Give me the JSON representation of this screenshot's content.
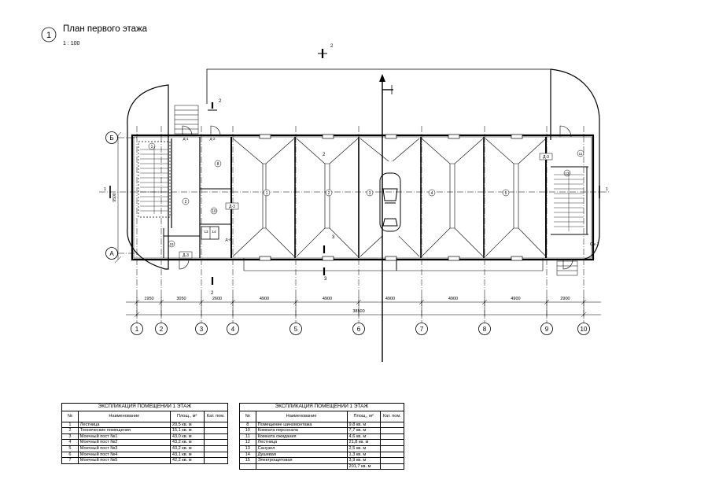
{
  "header": {
    "marker": "1",
    "title": "План первого этажа",
    "scale": "1 : 100"
  },
  "axes": {
    "columns": [
      "1",
      "2",
      "3",
      "4",
      "5",
      "6",
      "7",
      "8",
      "9",
      "10"
    ],
    "rows": [
      "Б",
      "А"
    ]
  },
  "dimensions": {
    "spans": [
      "1950",
      "3050",
      "2600",
      "4900",
      "4900",
      "4900",
      "4900",
      "4900",
      "2900"
    ],
    "total": "38500",
    "height": "9500",
    "side_mark": "1"
  },
  "sections": {
    "s2": "2",
    "s3": "3"
  },
  "rooms": {
    "r1": "1",
    "r2": "2",
    "r8": "8",
    "r10": "10",
    "r11": "11",
    "r12": "12",
    "r13": "13",
    "r14": "14",
    "r15": "15",
    "bays": [
      "1",
      "2",
      "3",
      "4",
      "5"
    ]
  },
  "doors": {
    "d3a": "Д-3",
    "d3b": "Д-3",
    "d3c": "Д-3",
    "d4": "Д-4",
    "d1": "Д-1",
    "d2": "Д-2",
    "ok1": "Ок-1"
  },
  "table1": {
    "caption": "ЭКСПЛИКАЦИЯ ПОМЕЩЕНИЙ 1 ЭТАЖ",
    "headers": {
      "num": "№",
      "name": "Наименование",
      "area": "Площ., м²",
      "cat": "Кат. пом."
    },
    "rows": [
      {
        "n": "1",
        "name": "Лестница",
        "area": "20,5 кв. м",
        "cat": ""
      },
      {
        "n": "2",
        "name": "Технические помещения",
        "area": "15,1 кв. м",
        "cat": ""
      },
      {
        "n": "3",
        "name": "Моечный пост №1",
        "area": "43,0 кв. м",
        "cat": ""
      },
      {
        "n": "4",
        "name": "Моечный пост №2",
        "area": "43,2 кв. м",
        "cat": ""
      },
      {
        "n": "5",
        "name": "Моечный пост №3",
        "area": "43,2 кв. м",
        "cat": ""
      },
      {
        "n": "6",
        "name": "Моечный пост №4",
        "area": "43,1 кв. м",
        "cat": ""
      },
      {
        "n": "7",
        "name": "Моечный пост №5",
        "area": "42,2 кв. м",
        "cat": ""
      }
    ]
  },
  "table2": {
    "caption": "ЭКСПЛИКАЦИЯ ПОМЕЩЕНИЙ 1 ЭТАЖ",
    "headers": {
      "num": "№",
      "name": "Наименование",
      "area": "Площ., м²",
      "cat": "Кат. пом."
    },
    "rows": [
      {
        "n": "8",
        "name": "Помещение шиномонтажа",
        "area": "9,8 кв. м",
        "cat": ""
      },
      {
        "n": "10",
        "name": "Комната персонала",
        "area": "7,7 кв. м",
        "cat": ""
      },
      {
        "n": "11",
        "name": "Комната ожидания",
        "area": "4,6 кв. м",
        "cat": ""
      },
      {
        "n": "12",
        "name": "Лестница",
        "area": "21,8 кв. м",
        "cat": ""
      },
      {
        "n": "13",
        "name": "Санузел",
        "area": "2,5 кв. м",
        "cat": ""
      },
      {
        "n": "14",
        "name": "Душевая",
        "area": "1,3 кв. м",
        "cat": ""
      },
      {
        "n": "15",
        "name": "Электрощитовая",
        "area": "3,9 кв. м",
        "cat": ""
      }
    ],
    "total": "201,7 кв. м"
  }
}
